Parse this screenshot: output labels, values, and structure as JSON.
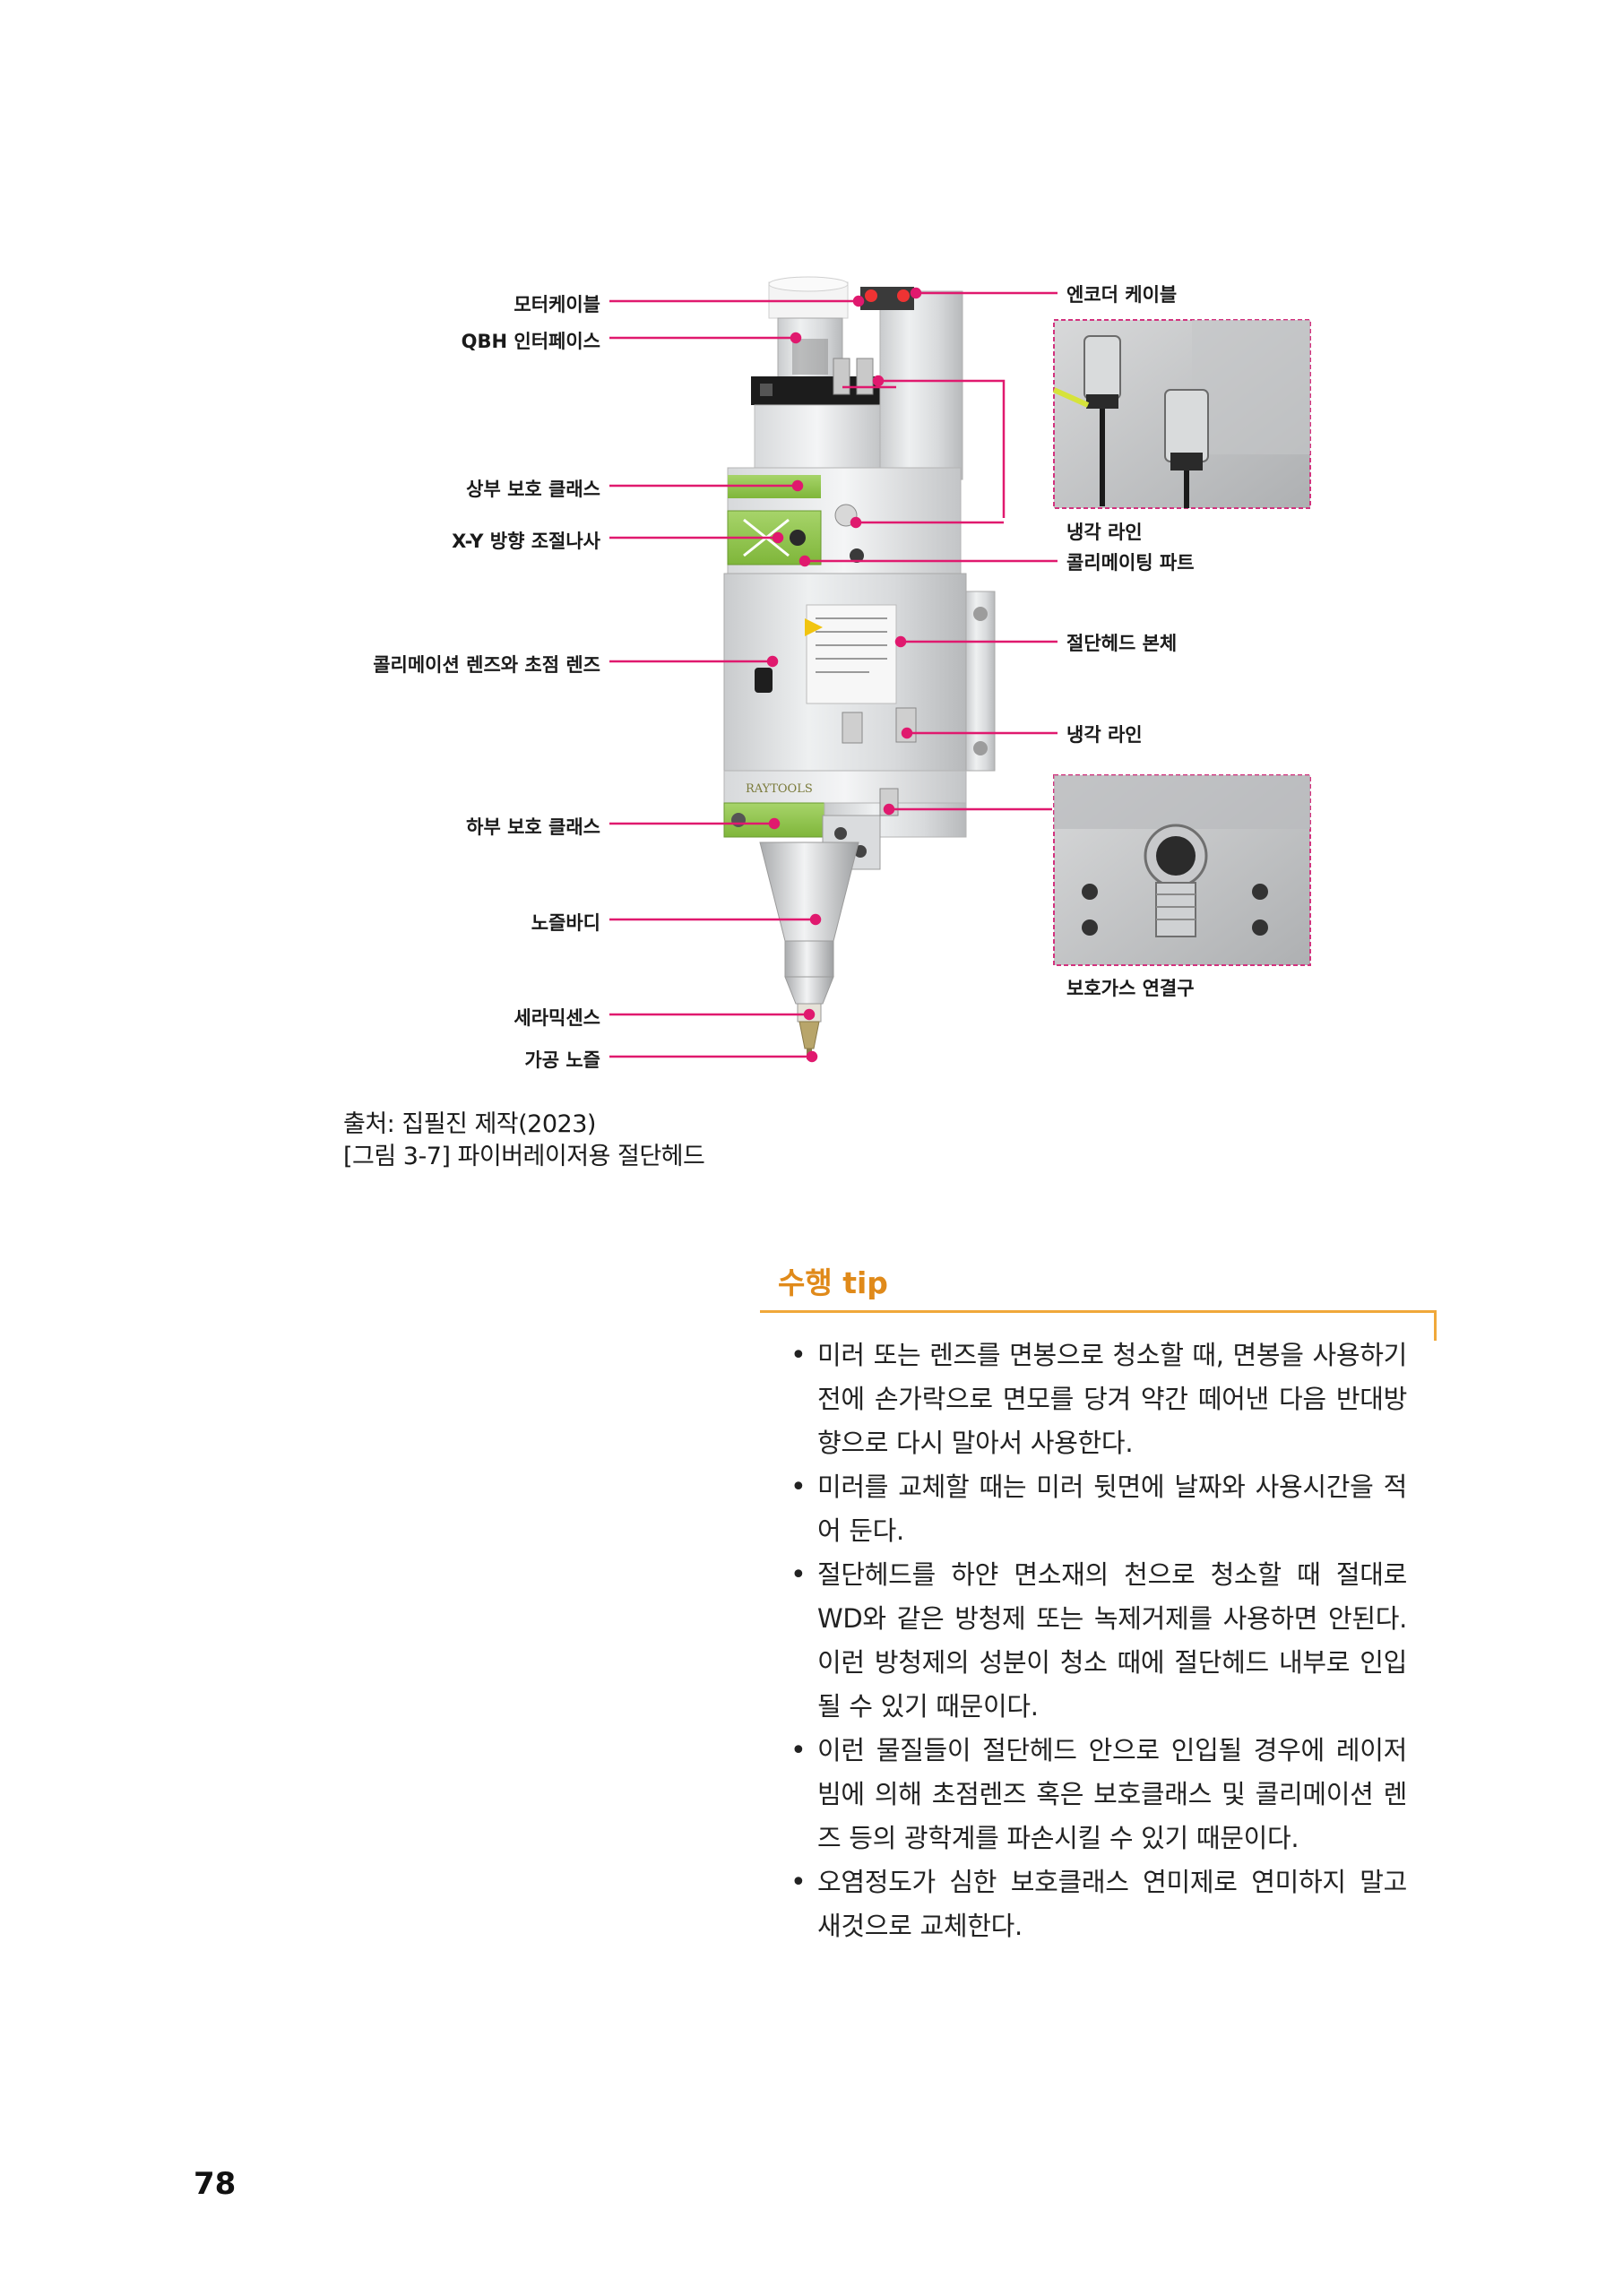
{
  "figure": {
    "left_labels": [
      "모터케이블",
      "QBH 인터페이스",
      "상부 보호 클래스",
      "X-Y 방향 조절나사",
      "콜리메이션 렌즈와 초점 렌즈",
      "하부 보호 클래스",
      "노즐바디",
      "세라믹센스",
      "가공 노즐"
    ],
    "right_labels": [
      "엔코더 케이블",
      "냉각 라인",
      "콜리메이팅 파트",
      "절단헤드 본체",
      "냉각 라인",
      "보호가스 연결구"
    ],
    "brand_text": "RAYTOOLS",
    "colors": {
      "leader": "#e0196e",
      "inset_border": "#d2337e",
      "green": "#8dc63f"
    }
  },
  "caption": {
    "source": "출처: 집필진 제작(2023)",
    "title": "[그림 3-7] 파이버레이저용 절단헤드"
  },
  "tip": {
    "title": "수행 tip",
    "items": [
      "미러 또는 렌즈를 면봉으로 청소할 때, 면봉을 사용하기 전에 손가락으로 면모를 당겨 약간 떼어낸 다음 반대방향으로 다시 말아서 사용한다.",
      "미러를 교체할 때는 미러 뒷면에 날짜와 사용시간을 적어 둔다.",
      "절단헤드를 하얀 면소재의 천으로 청소할 때 절대로 WD와 같은 방청제 또는 녹제거제를 사용하면 안된다. 이런 방청제의 성분이 청소 때에 절단헤드 내부로 인입될 수 있기 때문이다.",
      "이런 물질들이 절단헤드 안으로 인입될 경우에 레이저 빔에 의해 초점렌즈 혹은 보호클래스 및 콜리메이션 렌즈 등의 광학계를 파손시킬 수 있기 때문이다.",
      "오염정도가 심한 보호클래스 연미제로 연미하지 말고 새것으로 교체한다."
    ]
  },
  "page_number": "78"
}
